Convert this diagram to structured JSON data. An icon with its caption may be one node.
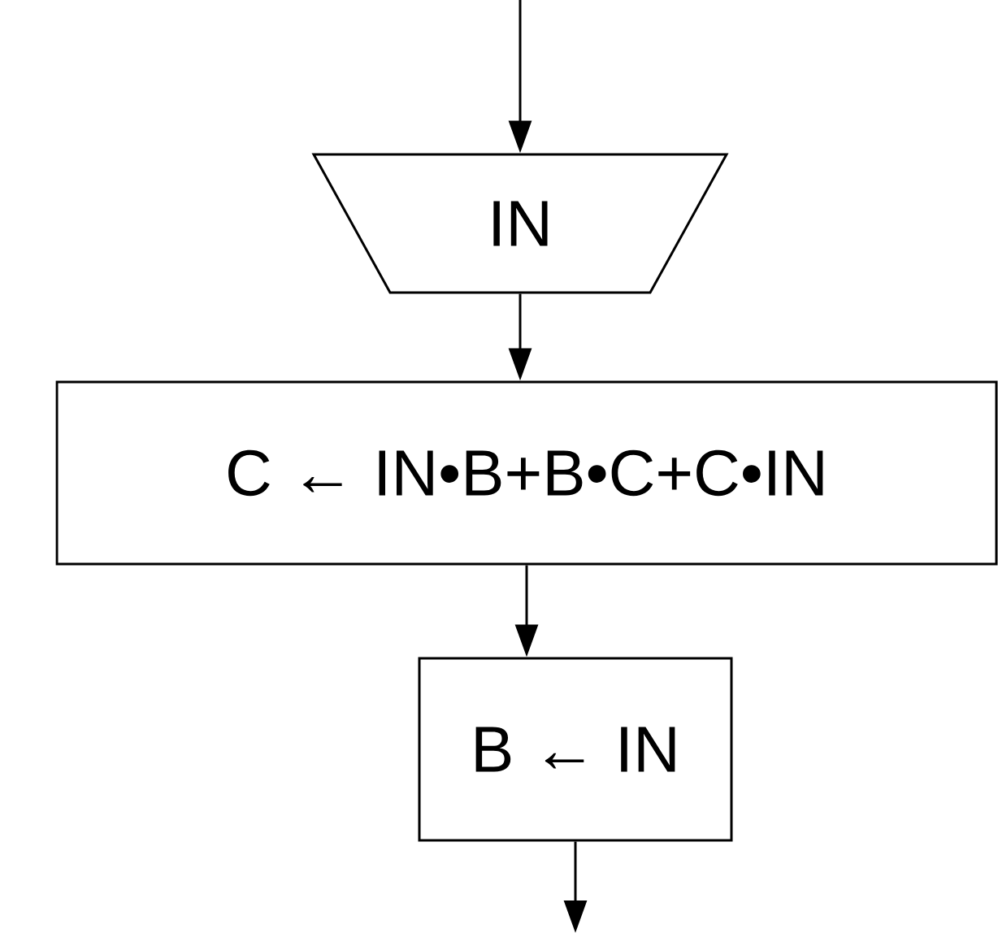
{
  "diagram": {
    "nodes": [
      {
        "text": [
          "IN"
        ]
      },
      {
        "text": [
          "C ← IN•B+B•C+C•IN"
        ]
      },
      {
        "text": [
          "B ← IN"
        ]
      }
    ],
    "edges": [
      {
        "from": null,
        "to": 0,
        "arrow": "to"
      },
      {
        "from": 0,
        "to": 1,
        "arrow": "to"
      },
      {
        "from": 1,
        "to": 2,
        "arrow": "to"
      },
      {
        "from": 2,
        "to": null,
        "arrow": "to"
      }
    ]
  }
}
